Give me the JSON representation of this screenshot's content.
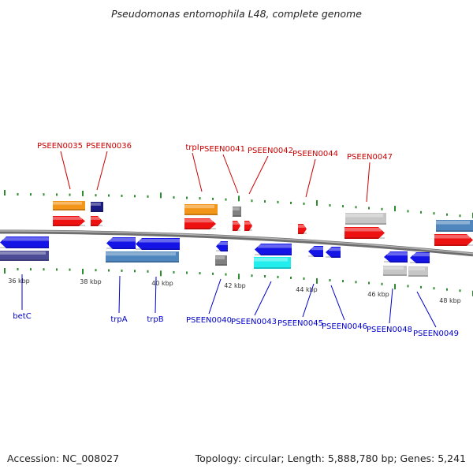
{
  "title": "Pseudomonas entomophila L48, complete genome",
  "footer": {
    "accession": "Accession: NC_008027",
    "summary": "Topology: circular; Length: 5,888,780 bp; Genes: 5,241"
  },
  "colors": {
    "forward_label": "#cc0000",
    "reverse_label": "#0000cc",
    "gene_red": "#ee1111",
    "gene_orange": "#f39518",
    "gene_navy": "#1a1a80",
    "gene_gray": "#808080",
    "gene_lightgray": "#c6c6c6",
    "gene_blue": "#1414e6",
    "gene_steelblue": "#4f86bd",
    "gene_slate": "#4c4c96",
    "gene_cyan": "#22eeee",
    "tick_green": "#2e8b2e",
    "backbone": "#8a8a8a"
  },
  "kbp_ticks": [
    {
      "label": "36 kbp"
    },
    {
      "label": "38 kbp"
    },
    {
      "label": "40 kbp"
    },
    {
      "label": "42 kbp"
    },
    {
      "label": "44 kbp"
    },
    {
      "label": "46 kbp"
    },
    {
      "label": "48 kbp"
    }
  ],
  "forward_labels": [
    {
      "text": "PSEEN0035"
    },
    {
      "text": "PSEEN0036"
    },
    {
      "text": "trpI"
    },
    {
      "text": "PSEEN0041"
    },
    {
      "text": "PSEEN0042"
    },
    {
      "text": "PSEEN0044"
    },
    {
      "text": "PSEEN0047"
    }
  ],
  "reverse_labels": [
    {
      "text": "betC"
    },
    {
      "text": "trpA"
    },
    {
      "text": "trpB"
    },
    {
      "text": "PSEEN0040"
    },
    {
      "text": "PSEEN0043"
    },
    {
      "text": "PSEEN0045"
    },
    {
      "text": "PSEEN0046"
    },
    {
      "text": "PSEEN0048"
    },
    {
      "text": "PSEEN0049"
    }
  ]
}
